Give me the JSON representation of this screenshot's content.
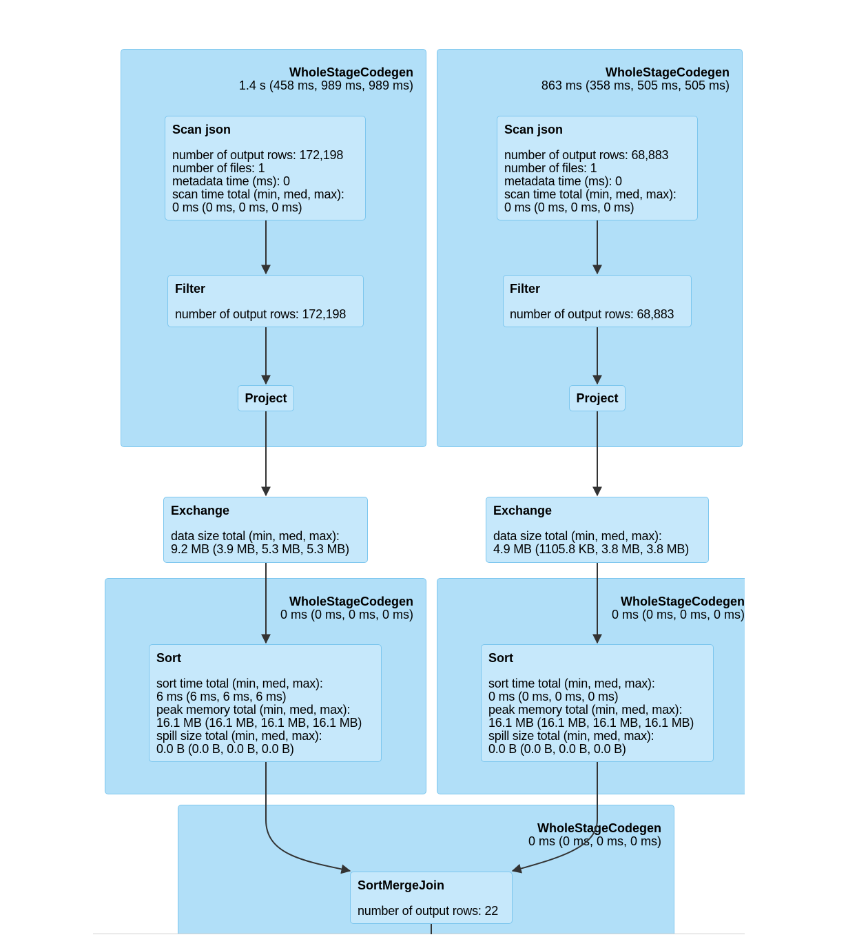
{
  "clusters": [
    {
      "name": "WholeStageCodegen",
      "metric": "1.4 s (458 ms, 989 ms, 989 ms)"
    },
    {
      "name": "WholeStageCodegen",
      "metric": "863 ms (358 ms, 505 ms, 505 ms)"
    },
    {
      "name": "WholeStageCodegen",
      "metric": "0 ms (0 ms, 0 ms, 0 ms)"
    },
    {
      "name": "WholeStageCodegen",
      "metric": "0 ms (0 ms, 0 ms, 0 ms)"
    },
    {
      "name": "WholeStageCodegen",
      "metric": "0 ms (0 ms, 0 ms, 0 ms)"
    }
  ],
  "nodes": {
    "scan_left": {
      "name": "Scan json",
      "metrics": "number of output rows: 172,198\nnumber of files: 1\nmetadata time (ms): 0\nscan time total (min, med, max):\n0 ms (0 ms, 0 ms, 0 ms)"
    },
    "scan_right": {
      "name": "Scan json",
      "metrics": "number of output rows: 68,883\nnumber of files: 1\nmetadata time (ms): 0\nscan time total (min, med, max):\n0 ms (0 ms, 0 ms, 0 ms)"
    },
    "filter_left": {
      "name": "Filter",
      "metrics": "number of output rows: 172,198"
    },
    "filter_right": {
      "name": "Filter",
      "metrics": "number of output rows: 68,883"
    },
    "project_left": {
      "name": "Project"
    },
    "project_right": {
      "name": "Project"
    },
    "exchange_left": {
      "name": "Exchange",
      "metrics": "data size total (min, med, max):\n9.2 MB (3.9 MB, 5.3 MB, 5.3 MB)"
    },
    "exchange_right": {
      "name": "Exchange",
      "metrics": "data size total (min, med, max):\n4.9 MB (1105.8 KB, 3.8 MB, 3.8 MB)"
    },
    "sort_left": {
      "name": "Sort",
      "metrics": "sort time total (min, med, max):\n6 ms (6 ms, 6 ms, 6 ms)\npeak memory total (min, med, max):\n16.1 MB (16.1 MB, 16.1 MB, 16.1 MB)\nspill size total (min, med, max):\n0.0 B (0.0 B, 0.0 B, 0.0 B)"
    },
    "sort_right": {
      "name": "Sort",
      "metrics": "sort time total (min, med, max):\n0 ms (0 ms, 0 ms, 0 ms)\npeak memory total (min, med, max):\n16.1 MB (16.1 MB, 16.1 MB, 16.1 MB)\nspill size total (min, med, max):\n0.0 B (0.0 B, 0.0 B, 0.0 B)"
    },
    "smj": {
      "name": "SortMergeJoin",
      "metrics": "number of output rows: 22"
    }
  },
  "colors": {
    "cluster_fill": "#b1dff8",
    "node_fill": "#c6e8fb",
    "border": "#7cc6ee",
    "edge": "#333333"
  }
}
